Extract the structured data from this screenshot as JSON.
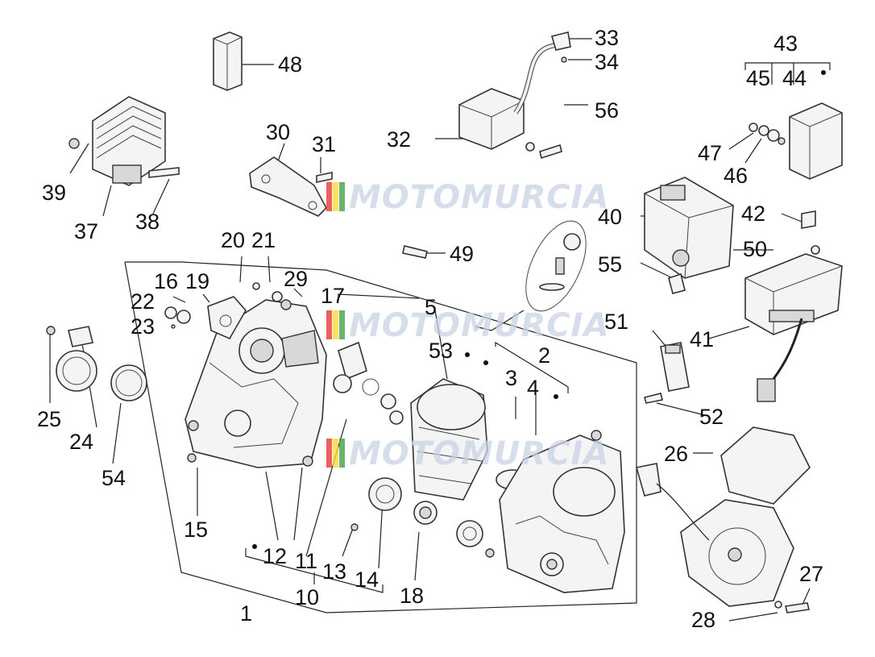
{
  "watermark": {
    "text": "MOTOMURCIA",
    "colors": [
      "#e53935",
      "#fdd835",
      "#43a047"
    ]
  },
  "callouts": [
    "1",
    "2",
    "3",
    "4",
    "5",
    "10",
    "11",
    "12",
    "13",
    "14",
    "15",
    "16",
    "17",
    "18",
    "19",
    "20",
    "21",
    "22",
    "23",
    "24",
    "25",
    "26",
    "27",
    "28",
    "29",
    "30",
    "31",
    "32",
    "33",
    "34",
    "37",
    "38",
    "39",
    "40",
    "41",
    "42",
    "43",
    "44",
    "45",
    "46",
    "47",
    "48",
    "49",
    "50",
    "51",
    "52",
    "53",
    "54",
    "55",
    "56"
  ],
  "colors": {
    "line": "#222222",
    "part_fill": "#f4f4f4",
    "part_shade": "#d8d8d8"
  }
}
